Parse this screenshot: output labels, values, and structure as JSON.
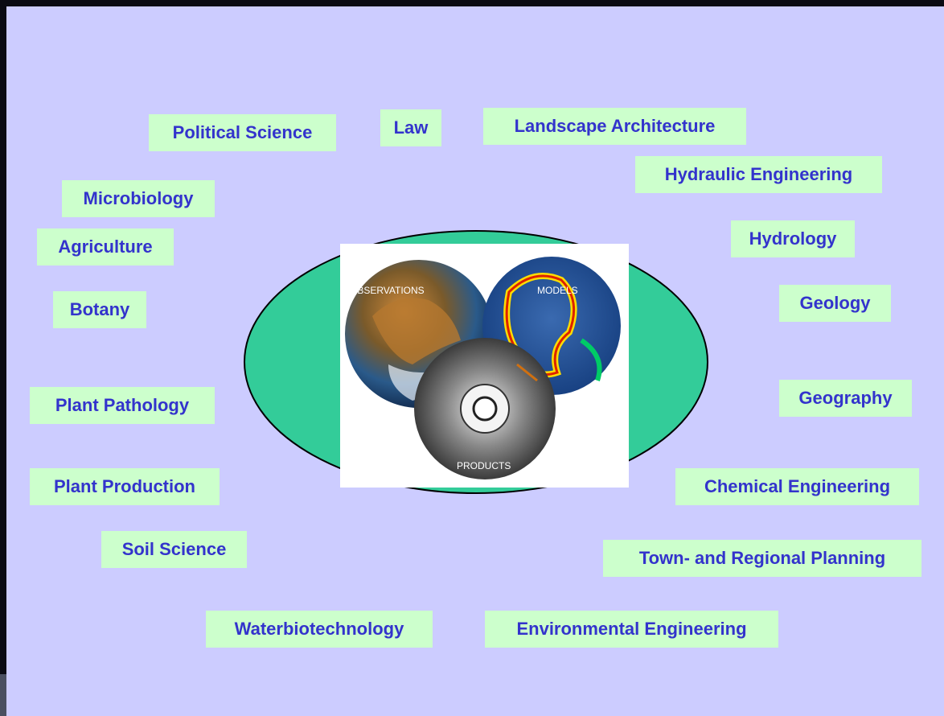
{
  "slide": {
    "topics": [
      {
        "id": "political-science",
        "label": "Political Science"
      },
      {
        "id": "law",
        "label": "Law"
      },
      {
        "id": "landscape-architecture",
        "label": "Landscape Architecture"
      },
      {
        "id": "hydraulic-engineering",
        "label": "Hydraulic Engineering"
      },
      {
        "id": "microbiology",
        "label": "Microbiology"
      },
      {
        "id": "agriculture",
        "label": "Agriculture"
      },
      {
        "id": "hydrology",
        "label": "Hydrology"
      },
      {
        "id": "botany",
        "label": "Botany"
      },
      {
        "id": "geology",
        "label": "Geology"
      },
      {
        "id": "plant-pathology",
        "label": "Plant Pathology"
      },
      {
        "id": "geography",
        "label": "Geography"
      },
      {
        "id": "plant-production",
        "label": "Plant Production"
      },
      {
        "id": "chemical-engineering",
        "label": "Chemical Engineering"
      },
      {
        "id": "soil-science",
        "label": "Soil Science"
      },
      {
        "id": "town-regional-planning",
        "label": "Town- and Regional Planning"
      },
      {
        "id": "waterbiotechnology",
        "label": "Waterbiotechnology"
      },
      {
        "id": "environmental-engineering",
        "label": "Environmental Engineering"
      }
    ],
    "center_image": {
      "observations_label": "OBSERVATIONS",
      "models_label": "MODELS",
      "products_label": "PRODUCTS"
    }
  },
  "colors": {
    "background": "#ccccff",
    "topic_box": "#ccffcc",
    "topic_text": "#3333cc",
    "ellipse_fill": "#33cc99"
  }
}
